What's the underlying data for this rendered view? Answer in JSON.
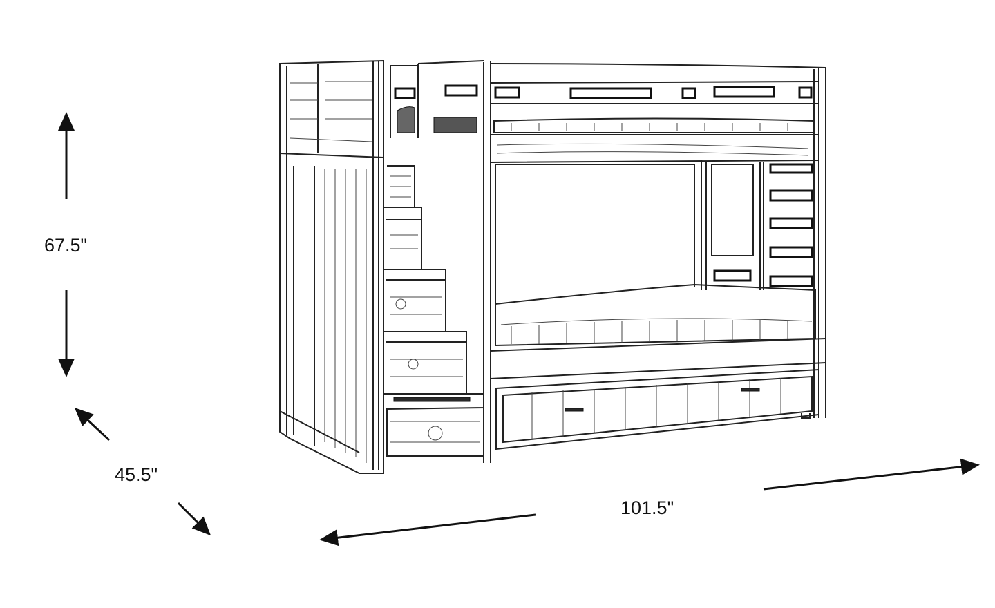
{
  "diagram": {
    "subject": "bunk-bed-with-stairs",
    "dimensions": {
      "height": "67.5\"",
      "depth": "45.5\"",
      "width": "101.5\""
    },
    "colors": {
      "line": "#222222",
      "background": "#ffffff"
    }
  }
}
